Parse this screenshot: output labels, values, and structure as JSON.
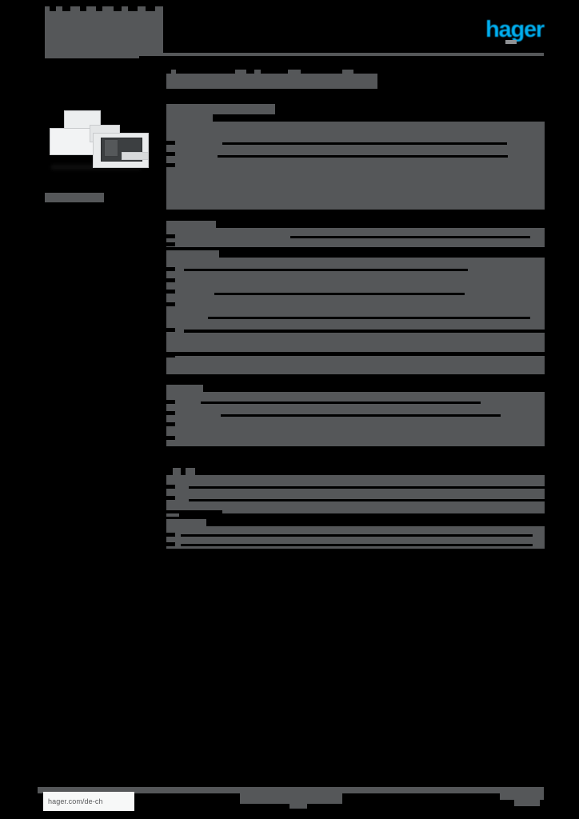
{
  "document": {
    "kind": "product-datasheet-page",
    "redacted": true,
    "page_background": "#000000",
    "redaction_color": "#555759"
  },
  "header": {
    "doc_title": "",
    "doc_title_redacted": true,
    "rule_color": "#555759",
    "brand": {
      "name": "hager",
      "logo_color": "#00aeef",
      "accent_dot_color": "#8f9194"
    }
  },
  "sidebar": {
    "product_image": {
      "alt": "product-photo",
      "caption": "",
      "caption_redacted": true
    }
  },
  "main": {
    "title": "",
    "title_redacted": true,
    "subtitle": "",
    "subtitle_redacted": true,
    "table": {
      "sections": [
        {
          "id": "section-1",
          "heading": "",
          "heading_redacted": true,
          "rows": [
            {
              "label": "",
              "value": "",
              "redacted": true
            },
            {
              "label": "",
              "value": "",
              "redacted": true
            },
            {
              "label": "",
              "value": "",
              "redacted": true
            },
            {
              "label": "",
              "value": "",
              "redacted": true
            },
            {
              "label": "",
              "value": "",
              "redacted": true
            },
            {
              "label": "",
              "value": "",
              "redacted": true
            }
          ]
        },
        {
          "id": "section-2",
          "heading": "",
          "heading_redacted": true,
          "rows": [
            {
              "label": "",
              "value": "",
              "redacted": true
            }
          ]
        },
        {
          "id": "section-3",
          "heading": "",
          "heading_redacted": true,
          "rows": [
            {
              "label": "",
              "value": "",
              "redacted": true
            },
            {
              "label": "",
              "value": "",
              "redacted": true
            },
            {
              "label": "",
              "value": "",
              "redacted": true
            },
            {
              "label": "",
              "value": "",
              "redacted": true
            },
            {
              "label": "",
              "value": "",
              "redacted": true
            },
            {
              "label": "",
              "value": "",
              "redacted": true
            },
            {
              "label": "",
              "value": "",
              "redacted": true
            },
            {
              "label": "",
              "value": "",
              "redacted": true
            }
          ]
        },
        {
          "id": "section-4",
          "heading": "",
          "heading_redacted": true,
          "rows": [
            {
              "label": "",
              "value": "",
              "redacted": true
            },
            {
              "label": "",
              "value": "",
              "redacted": true
            },
            {
              "label": "",
              "value": "",
              "redacted": true
            },
            {
              "label": "",
              "value": "",
              "redacted": true
            }
          ]
        },
        {
          "id": "section-5",
          "heading": "",
          "heading_redacted": true,
          "rows": [
            {
              "label": "",
              "value": "",
              "redacted": true
            },
            {
              "label": "",
              "value": "",
              "redacted": true
            },
            {
              "label": "",
              "value": "",
              "redacted": true
            }
          ]
        },
        {
          "id": "section-6",
          "heading": "",
          "heading_redacted": true,
          "rows": [
            {
              "label": "",
              "value": "",
              "redacted": true
            },
            {
              "label": "",
              "value": "",
              "redacted": true
            }
          ]
        }
      ]
    }
  },
  "footer": {
    "url": "hager.com/de-ch",
    "center_text": "",
    "center_text_redacted": true,
    "right_text": "",
    "right_text_redacted": true
  }
}
